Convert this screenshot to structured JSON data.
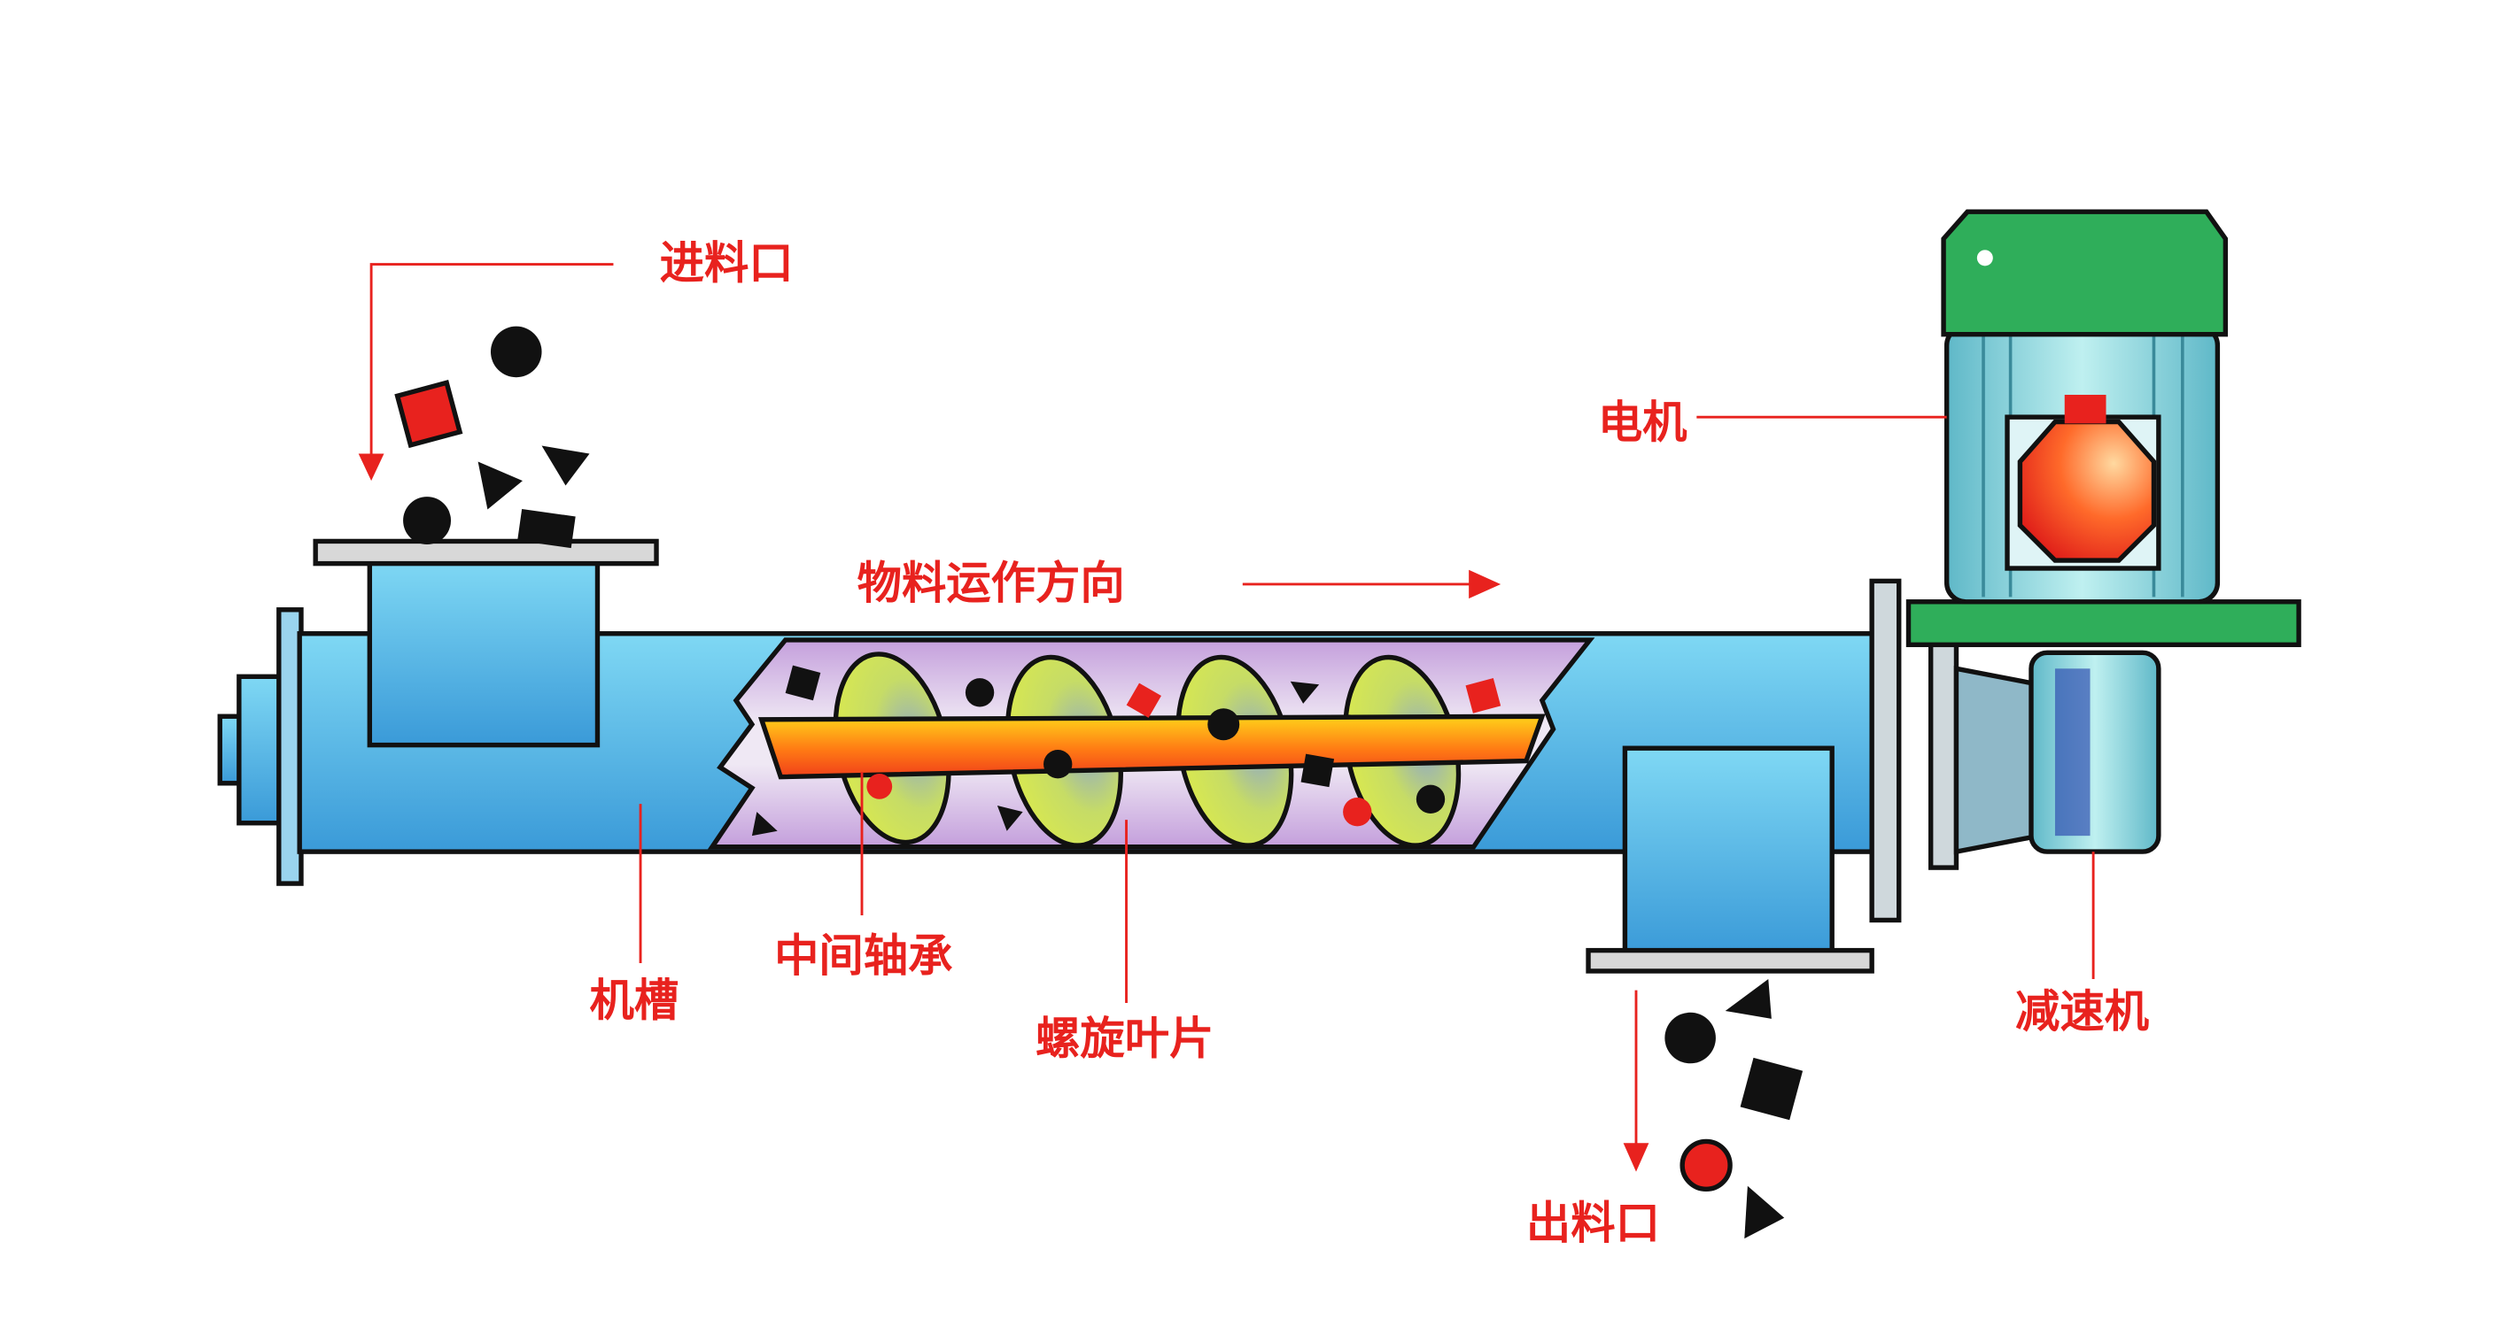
{
  "labels": {
    "inlet": "进料口",
    "flow_direction": "物料运作方向",
    "motor": "电机",
    "trough": "机槽",
    "middle_bearing": "中间轴承",
    "screw_blade": "螺旋叶片",
    "reducer": "减速机",
    "outlet": "出料口"
  },
  "colors": {
    "label_red": "#e8221e",
    "trough_blue": "#4fb6e6",
    "inner_purple": "#c7a8dc",
    "blade_yellow": "#cfe05a",
    "motor_green": "#2fae5a",
    "motor_teal": "#7fd0d8"
  }
}
